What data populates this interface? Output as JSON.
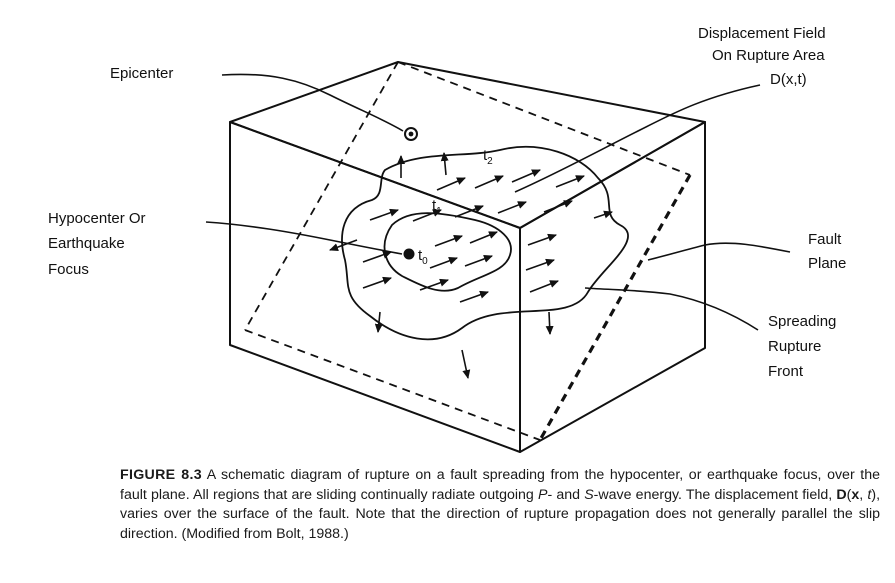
{
  "labels": {
    "epicenter": "Epicenter",
    "displacement_field_line1": "Displacement Field",
    "displacement_field_line2": "On Rupture Area",
    "displacement_symbol": "D(x,t)",
    "hypocenter_line1": "Hypocenter Or",
    "hypocenter_line2": "Earthquake",
    "hypocenter_line3": "Focus",
    "fault_line1": "Fault",
    "fault_line2": "Plane",
    "spreading_line1": "Spreading",
    "spreading_line2": "Rupture",
    "spreading_line3": "Front",
    "t0_base": "t",
    "t0_sub": "0",
    "t1_base": "t",
    "t1_sub": "1",
    "t2_base": "t",
    "t2_sub": "2"
  },
  "caption": {
    "figure_number": "FIGURE 8.3",
    "text_1": " A schematic diagram of rupture on a fault spreading from the hypocenter, or earthquake focus, over the fault plane. All regions that are sliding continually radiate outgoing ",
    "p": "P",
    "text_2": "- and ",
    "s": "S",
    "text_3": "-wave energy. The displacement field, ",
    "d_bold": "D",
    "paren_open": "(",
    "x_bold": "x",
    "comma": ", ",
    "t_italic": "t",
    "text_4": "), varies over the surface of the fault. Note that the direction of rupture propagation does not generally parallel the slip direction. (Modified from Bolt, 1988.)"
  },
  "colors": {
    "ink": "#111111",
    "background": "#ffffff"
  }
}
